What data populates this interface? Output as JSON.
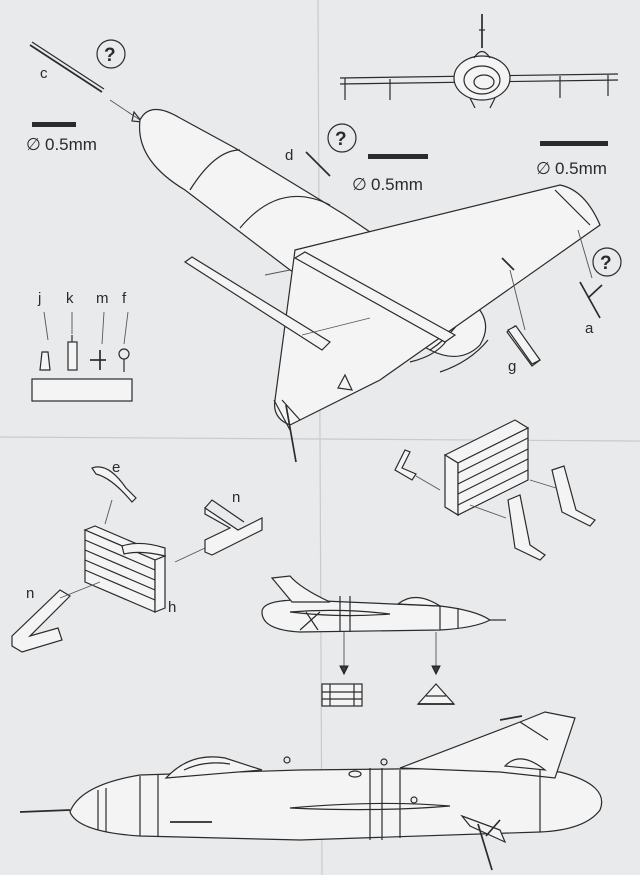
{
  "parts": {
    "a": "a",
    "c": "c",
    "d": "d",
    "e": "e",
    "f": "f",
    "g": "g",
    "h": "h",
    "j": "j",
    "k": "k",
    "m": "m",
    "n": "n"
  },
  "dimensions": {
    "rod_c": "0.5mm",
    "rod_d": "0.5mm",
    "rod_right": "0.5mm"
  },
  "query_mark": "?",
  "colors": {
    "paper": "#e9eaec",
    "ink": "#2b2b2b"
  }
}
